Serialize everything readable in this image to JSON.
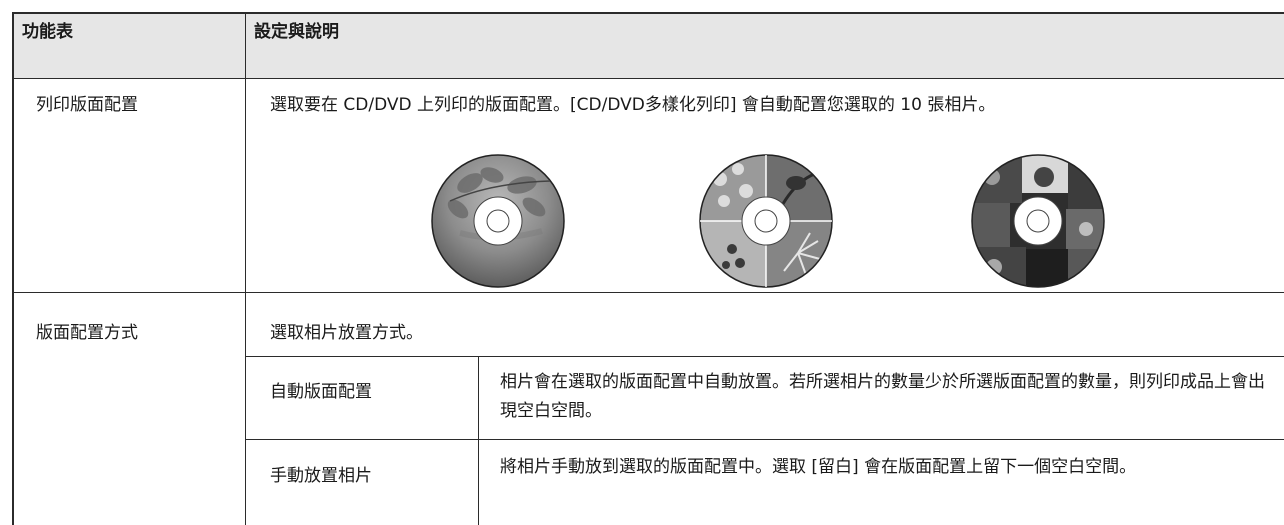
{
  "table": {
    "headers": [
      "功能表",
      "設定與說明"
    ],
    "rows": [
      {
        "label": "列印版面配置",
        "description": "選取要在 CD/DVD 上列印的版面配置。[CD/DVD多樣化列印] 會自動配置您選取的 10 張相片。"
      },
      {
        "label": "版面配置方式",
        "description": "選取相片放置方式。",
        "sub_rows": [
          {
            "label": "自動版面配置",
            "text": "相片會在選取的版面配置中自動放置。若所選相片的數量少於所選版面配置的數量，則列印成品上會出現空白空間。"
          },
          {
            "label": "手動放置相片",
            "text": "將相片手動放到選取的版面配置中。選取 [留白] 會在版面配置上留下一個空白空間。"
          }
        ]
      }
    ]
  },
  "disc_images": [
    {
      "icon": "leaf-photo-disc"
    },
    {
      "icon": "collage-flowers-disc"
    },
    {
      "icon": "collage-child-photos-disc"
    }
  ],
  "colors": {
    "header_bg": "#e6e6e6",
    "border": "#2b2b2b",
    "text": "#1a1a1a"
  }
}
